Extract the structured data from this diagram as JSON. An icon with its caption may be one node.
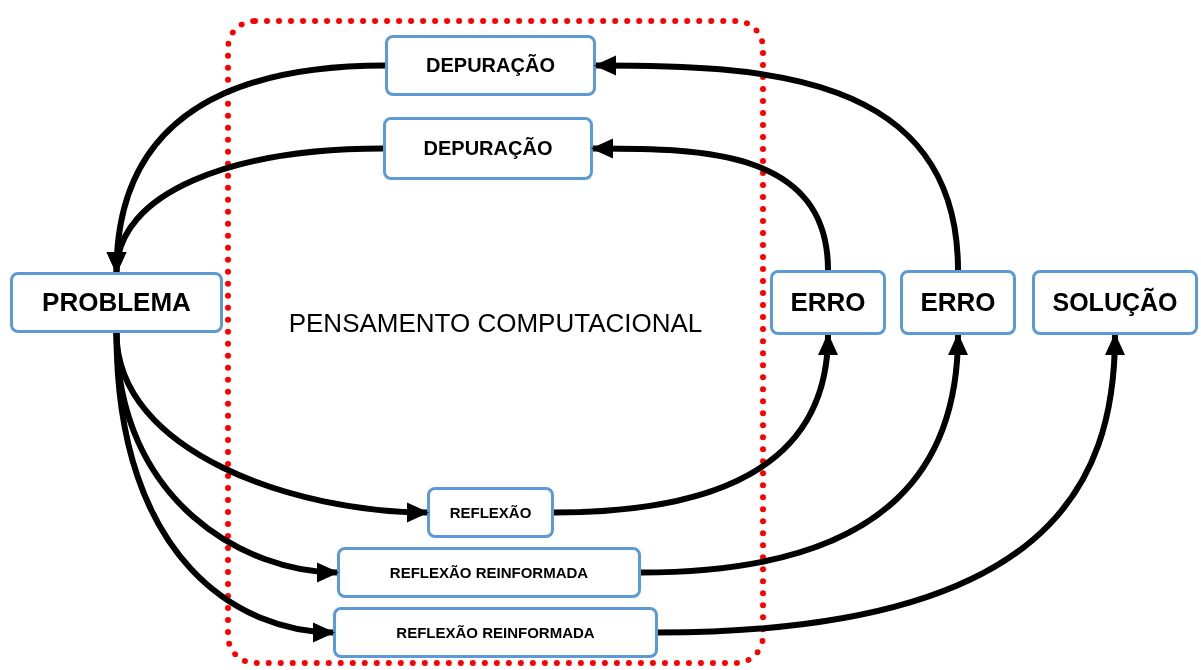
{
  "diagram": {
    "nodes": [
      {
        "text": [
          "PENSAMENTO COMPUTACIONAL"
        ]
      },
      {
        "text": [
          "DEPURAÇÃO"
        ],
        "in": 0
      },
      {
        "text": [
          "DEPURAÇÃO"
        ],
        "in": 0
      },
      {
        "text": [
          "PROBLEMA"
        ]
      },
      {
        "text": [
          "ERRO"
        ]
      },
      {
        "text": [
          "ERRO"
        ]
      },
      {
        "text": [
          "SOLUÇÃO"
        ]
      },
      {
        "text": [
          "REFLEXÃO"
        ],
        "in": 0
      },
      {
        "text": [
          "REFLEXÃO REINFORMADA"
        ],
        "in": 0
      },
      {
        "text": [
          "REFLEXÃO REINFORMADA"
        ],
        "in": 0
      }
    ],
    "edges": [
      {
        "from": 1,
        "to": 3,
        "arrow": "to"
      },
      {
        "from": 2,
        "to": 3,
        "arrow": "to"
      },
      {
        "from": 3,
        "to": 7,
        "arrow": "to"
      },
      {
        "from": 3,
        "to": 8,
        "arrow": "to"
      },
      {
        "from": 3,
        "to": 9,
        "arrow": "to"
      },
      {
        "from": 7,
        "to": 4,
        "arrow": "to"
      },
      {
        "from": 8,
        "to": 5,
        "arrow": "to"
      },
      {
        "from": 9,
        "to": 6,
        "arrow": "to"
      },
      {
        "from": 4,
        "to": 2,
        "arrow": "to"
      },
      {
        "from": 5,
        "to": 1,
        "arrow": "to"
      }
    ]
  }
}
